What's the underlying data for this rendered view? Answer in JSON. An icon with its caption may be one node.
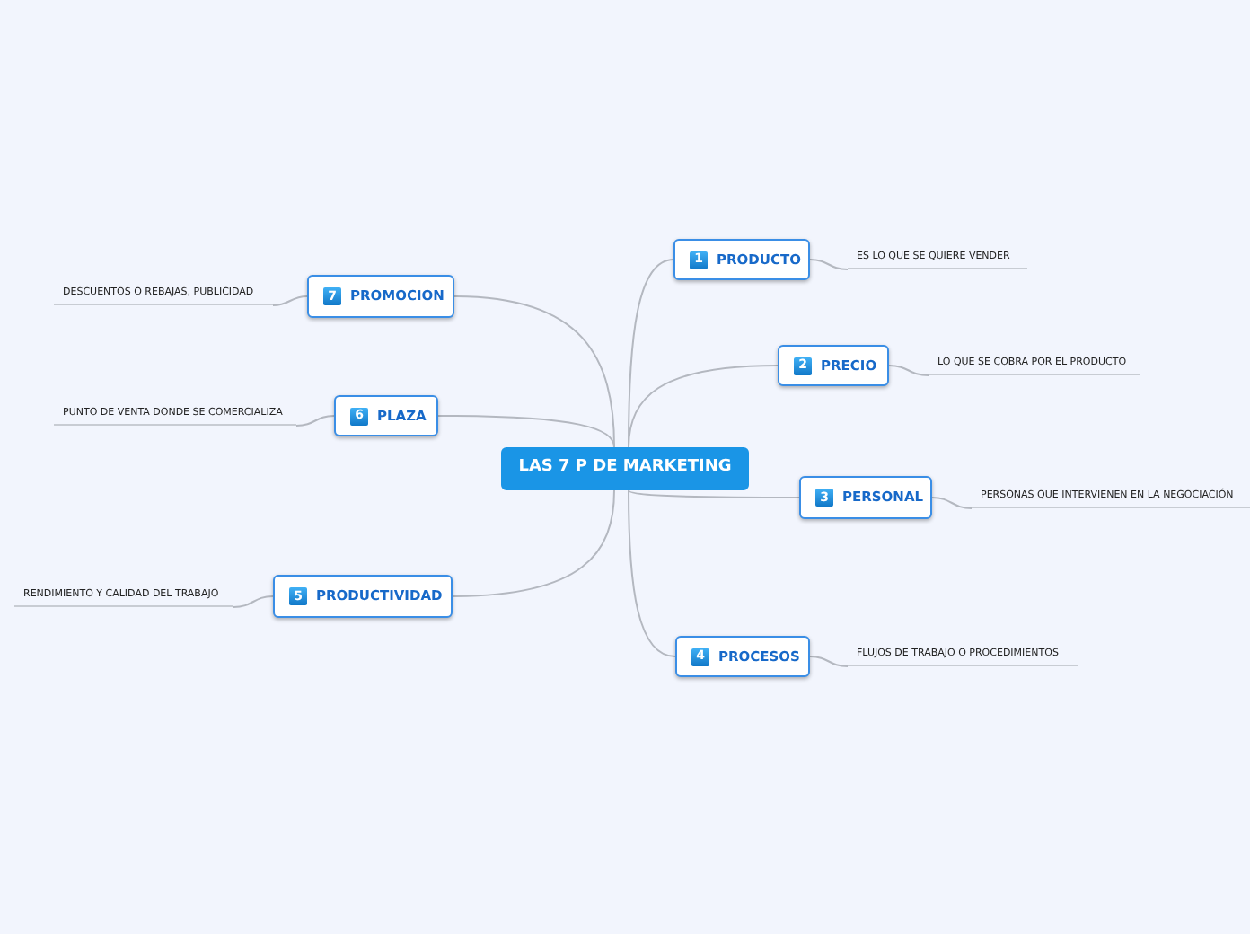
{
  "diagram": {
    "nodes": [
      {
        "text": [
          "LAS 7 P DE MARKETING"
        ]
      },
      {
        "text": [
          "1",
          "PRODUCTO"
        ]
      },
      {
        "text": [
          "ES LO QUE SE QUIERE VENDER"
        ]
      },
      {
        "text": [
          "2",
          "PRECIO"
        ]
      },
      {
        "text": [
          "LO QUE SE COBRA POR EL PRODUCTO"
        ]
      },
      {
        "text": [
          "3",
          "PERSONAL"
        ]
      },
      {
        "text": [
          "PERSONAS QUE INTERVIENEN EN LA NEGOCIACIÓN"
        ]
      },
      {
        "text": [
          "4",
          "PROCESOS"
        ]
      },
      {
        "text": [
          "FLUJOS DE TRABAJO O PROCEDIMIENTOS"
        ]
      },
      {
        "text": [
          "5",
          "PRODUCTIVIDAD"
        ]
      },
      {
        "text": [
          "RENDIMIENTO Y CALIDAD DEL TRABAJO"
        ]
      },
      {
        "text": [
          "6",
          "PLAZA"
        ]
      },
      {
        "text": [
          "PUNTO DE VENTA DONDE SE COMERCIALIZA"
        ]
      },
      {
        "text": [
          "7",
          "PROMOCION"
        ]
      },
      {
        "text": [
          "DESCUENTOS O REBAJAS, PUBLICIDAD"
        ]
      }
    ],
    "edges": [
      {
        "from": 0,
        "to": 1,
        "arrow": "none"
      },
      {
        "from": 1,
        "to": 2,
        "arrow": "none"
      },
      {
        "from": 0,
        "to": 3,
        "arrow": "none"
      },
      {
        "from": 3,
        "to": 4,
        "arrow": "none"
      },
      {
        "from": 0,
        "to": 5,
        "arrow": "none"
      },
      {
        "from": 5,
        "to": 6,
        "arrow": "none"
      },
      {
        "from": 0,
        "to": 7,
        "arrow": "none"
      },
      {
        "from": 7,
        "to": 8,
        "arrow": "none"
      },
      {
        "from": 0,
        "to": 9,
        "arrow": "none"
      },
      {
        "from": 9,
        "to": 10,
        "arrow": "none"
      },
      {
        "from": 0,
        "to": 11,
        "arrow": "none"
      },
      {
        "from": 11,
        "to": 12,
        "arrow": "none"
      },
      {
        "from": 0,
        "to": 13,
        "arrow": "none"
      },
      {
        "from": 13,
        "to": 14,
        "arrow": "none"
      }
    ]
  }
}
